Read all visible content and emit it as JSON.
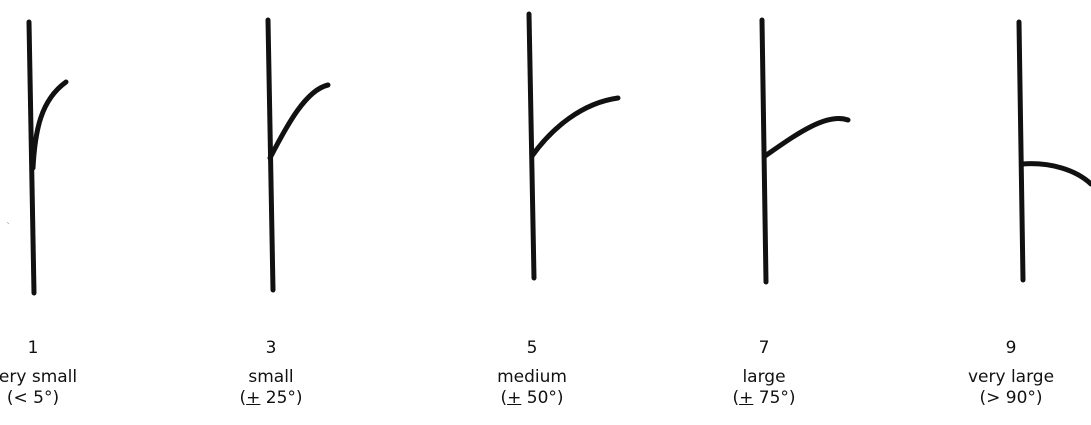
{
  "scale_items": [
    {
      "score": "1",
      "label": "very small",
      "range_prefix": "",
      "range_text": "(< 5°)",
      "range_symbol": "",
      "range_value": ""
    },
    {
      "score": "3",
      "label": "small",
      "range_prefix": "(",
      "range_text": "",
      "range_symbol": "+",
      "range_value": " 25°)"
    },
    {
      "score": "5",
      "label": "medium",
      "range_prefix": "(",
      "range_text": "",
      "range_symbol": "+",
      "range_value": " 50°)"
    },
    {
      "score": "7",
      "label": "large",
      "range_prefix": "(",
      "range_text": "",
      "range_symbol": "+",
      "range_value": " 75°)"
    },
    {
      "score": "9",
      "label": "very large",
      "range_prefix": "",
      "range_text": "(> 90°)",
      "range_symbol": "",
      "range_value": ""
    }
  ],
  "stray_mark": "`",
  "colors": {
    "ink": "#111111",
    "background": "#ffffff"
  }
}
